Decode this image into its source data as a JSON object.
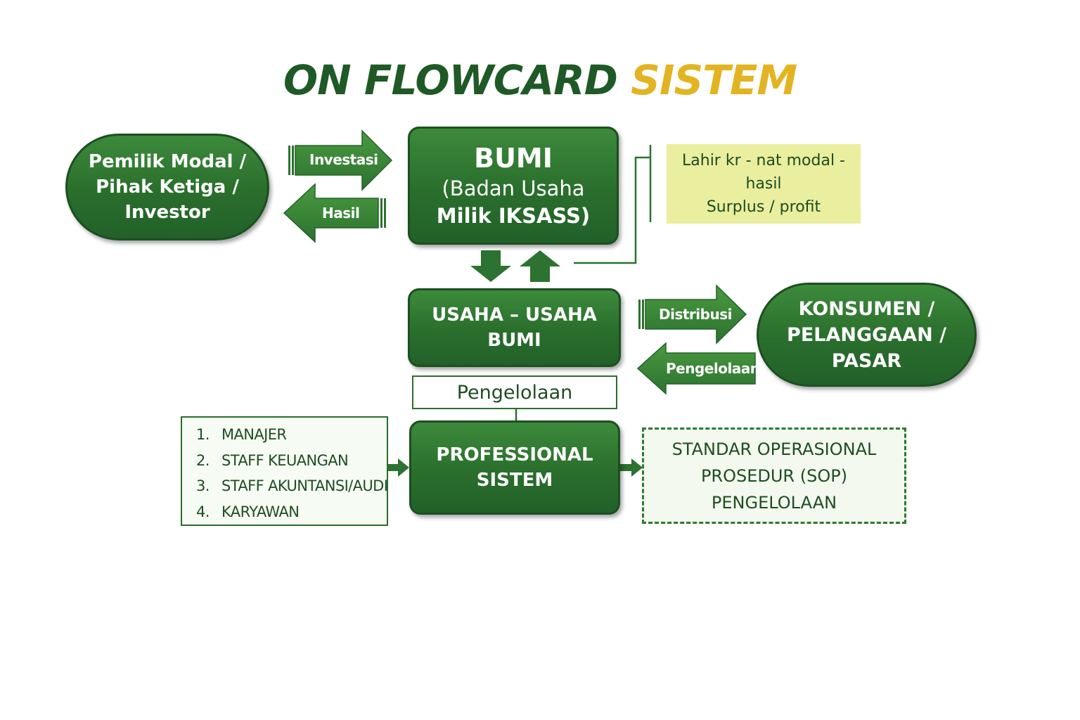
{
  "title": {
    "part1": "ON FLOWCARD",
    "part2": "SISTEM",
    "color_primary": "#1f5a26",
    "color_accent": "#e3b422"
  },
  "nodes": {
    "investor": "Pemilik Modal /\nPihak Ketiga /\nInvestor",
    "bumi_title": "BUMI",
    "bumi_line2": "(Badan Usaha",
    "bumi_line3": "Milik IKSASS)",
    "note": "Lahir kr - nat modal -\nhasil\nSurplus / profit",
    "usaha": "USAHA – USAHA\nBUMI",
    "konsumen": "KONSUMEN /\nPELANGGAAN /\nPASAR",
    "pengelolaan": "Pengelolaan",
    "professional": "PROFESSIONAL\nSISTEM",
    "sop": "STANDAR OPERASIONAL\nPROSEDUR (SOP)\nPENGELOLAAN"
  },
  "staff_list": [
    {
      "num": "1.",
      "label": "MANAJER"
    },
    {
      "num": "2.",
      "label": "STAFF KEUANGAN"
    },
    {
      "num": "3.",
      "label": "STAFF AKUNTANSI/AUDIT"
    },
    {
      "num": "4.",
      "label": "KARYAWAN"
    }
  ],
  "arrows": {
    "investasi": "Investasi",
    "hasil": "Hasil",
    "distribusi": "Distribusi",
    "pengelolaan": "Pengelolaan"
  },
  "colors": {
    "box_green": "#2a6e2c",
    "box_border": "#1c4f20",
    "note_yellow": "#e9ef9e",
    "arrow_green": "#3a8a35"
  }
}
